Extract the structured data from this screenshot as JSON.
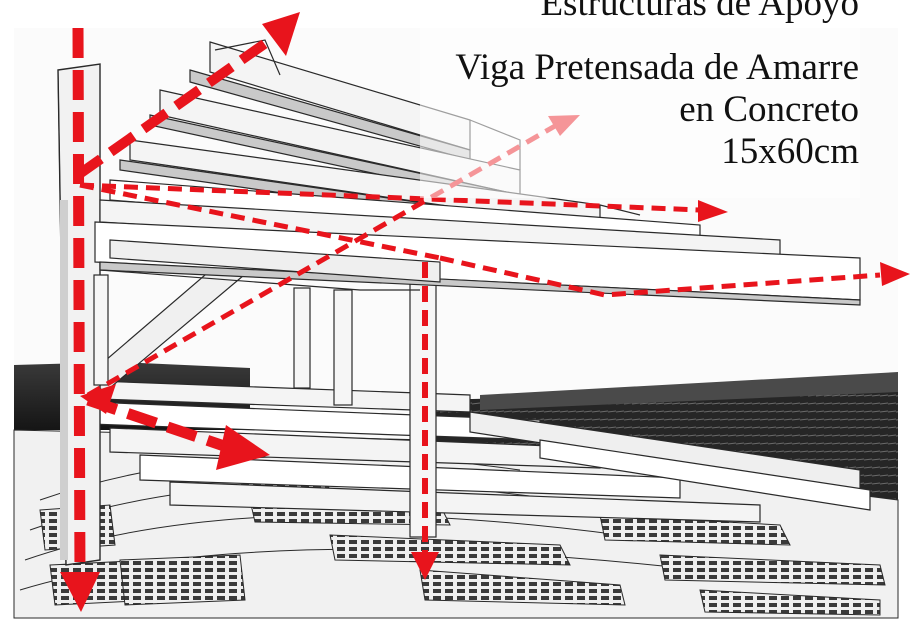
{
  "captions": {
    "top_cut": "Estructuras de Apoyo",
    "line1": "Viga Pretensada de Amarre",
    "line2": "en Concreto",
    "line3": "15x60cm"
  },
  "colors": {
    "arrow": "#e8141c",
    "edge": "#2a2a2a",
    "slab_top": "#c9c9c9",
    "slab_face": "#f4f4f4",
    "ground_dark": "#222222",
    "sky": "#fbfbfb"
  }
}
